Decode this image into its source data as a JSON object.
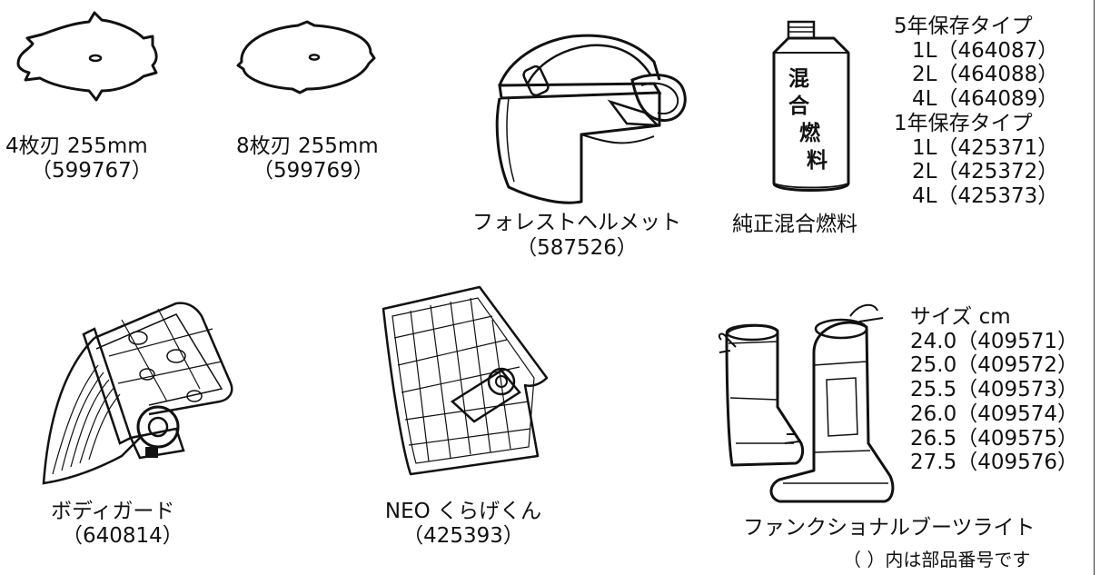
{
  "blades": [
    {
      "name": "4枚刃 255mm",
      "part": "（599767）",
      "icon": "4-tooth-blade"
    },
    {
      "name": "8枚刃 255mm",
      "part": "（599769）",
      "icon": "8-tooth-blade"
    }
  ],
  "helmet": {
    "name": "フォレストヘルメット",
    "part": "（587526）",
    "icon": "forest-helmet"
  },
  "fuel": {
    "name": "純正混合燃料",
    "can_text": [
      "混",
      "合",
      "燃",
      "料"
    ],
    "icon": "fuel-can",
    "groups": [
      {
        "title": "5年保存タイプ",
        "items": [
          "1L（464087）",
          "2L（464088）",
          "4L（464089）"
        ]
      },
      {
        "title": "1年保存タイプ",
        "items": [
          "1L（425371）",
          "2L（425372）",
          "4L（425373）"
        ]
      }
    ]
  },
  "bodyguard": {
    "name": "ボディガード",
    "part": "（640814）",
    "icon": "body-guard"
  },
  "neo": {
    "name": "NEO くらげくん",
    "part": "（425393）",
    "icon": "neo-kurage-guard"
  },
  "boots": {
    "name": "ファンクショナルブーツライト",
    "icon": "functional-boots",
    "size_header": "サイズ cm",
    "sizes": [
      "24.0（409571）",
      "25.0（409572）",
      "25.5（409573）",
      "26.0（409574）",
      "26.5（409575）",
      "27.5（409576）"
    ]
  },
  "footnote": "（ ）内は部品番号です"
}
